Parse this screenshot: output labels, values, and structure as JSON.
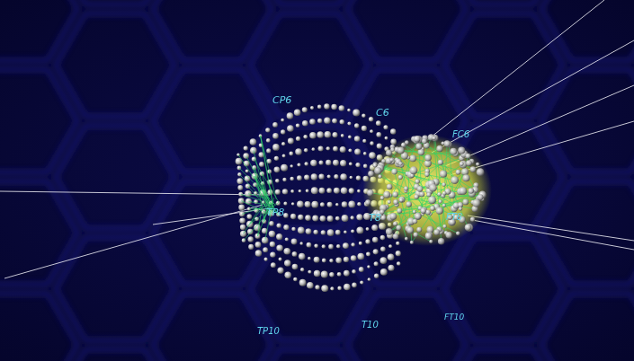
{
  "diagram": {
    "labels": [
      "CP6",
      "C6",
      "FC6",
      "TP8",
      "T8",
      "FT8",
      "TP10",
      "T10",
      "FT10"
    ]
  }
}
